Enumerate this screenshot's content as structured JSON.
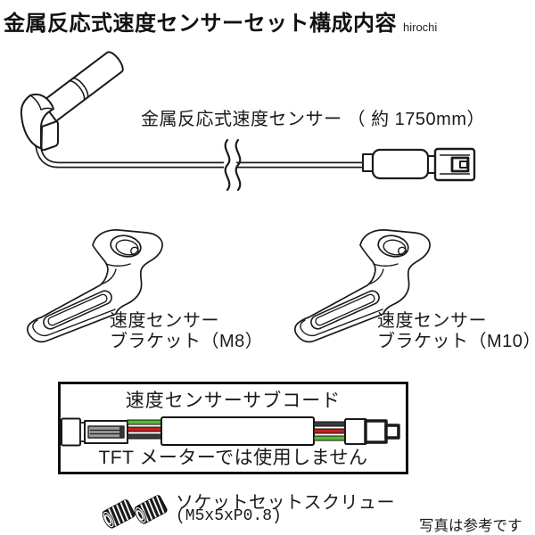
{
  "header": {
    "title": "金属反応式速度センサーセット構成内容",
    "watermark": "hirochi"
  },
  "sensor": {
    "label": "金属反応式速度センサー （ 約 1750mm）"
  },
  "bracket_m8": {
    "line1": "速度センサー",
    "line2": "ブラケット（M8）"
  },
  "bracket_m10": {
    "line1": "速度センサー",
    "line2": "ブラケット（M10）"
  },
  "subcord": {
    "title": "速度センサーサブコード",
    "note": "TFT メーターでは使用しません"
  },
  "screws": {
    "label": "ソケットセットスクリュー",
    "spec": "(M5x5xP0.8)"
  },
  "footer": {
    "note": "写真は参考です"
  },
  "colors": {
    "line": "#1a1a1a",
    "wire_green": "#5cb832",
    "wire_red": "#c41e1e",
    "wire_dark": "#3a3a3a",
    "terminal_gray": "#9a9a9a",
    "screw_dark": "#1c1c1c"
  }
}
